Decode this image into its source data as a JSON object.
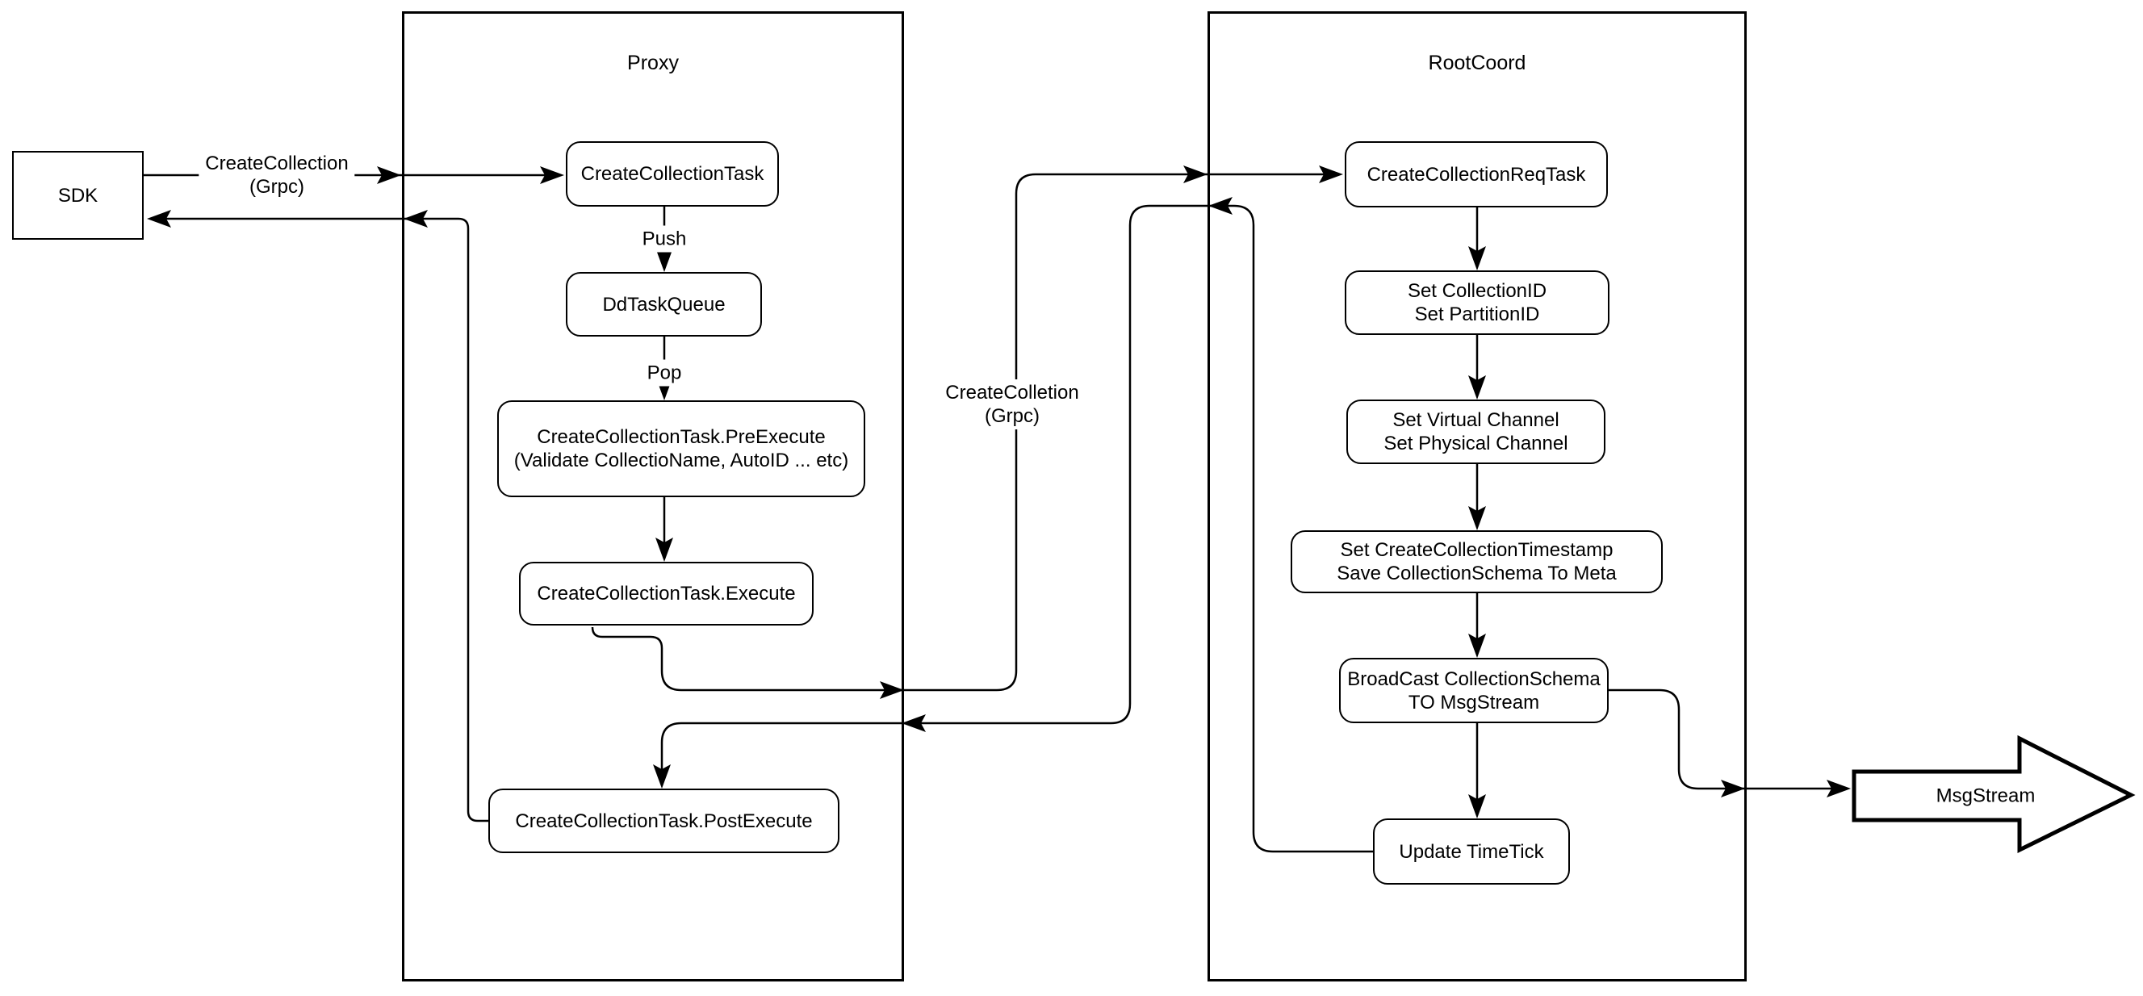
{
  "diagram": {
    "colors": {
      "stroke": "#000000",
      "background": "#ffffff"
    },
    "containers": {
      "proxy": {
        "title": "Proxy"
      },
      "rootcoord": {
        "title": "RootCoord"
      }
    },
    "nodes": {
      "sdk": {
        "label": "SDK"
      },
      "create_collection_task": {
        "label": "CreateCollectionTask"
      },
      "dd_task_queue": {
        "label": "DdTaskQueue"
      },
      "pre_execute": {
        "line1": "CreateCollectionTask.PreExecute",
        "line2": "(Validate CollectioName, AutoID ... etc)"
      },
      "execute": {
        "label": "CreateCollectionTask.Execute"
      },
      "post_execute": {
        "label": "CreateCollectionTask.PostExecute"
      },
      "create_collection_req_task": {
        "label": "CreateCollectionReqTask"
      },
      "set_ids": {
        "line1": "Set CollectionID",
        "line2": "Set PartitionID"
      },
      "set_channels": {
        "line1": "Set Virtual Channel",
        "line2": "Set Physical Channel"
      },
      "set_timestamp": {
        "line1": "Set CreateCollectionTimestamp",
        "line2": "Save CollectionSchema To Meta"
      },
      "broadcast": {
        "line1": "BroadCast CollectionSchema",
        "line2": "TO MsgStream"
      },
      "update_timetick": {
        "label": "Update TimeTick"
      },
      "msgstream": {
        "label": "MsgStream"
      }
    },
    "edge_labels": {
      "sdk_grpc": {
        "line1": "CreateCollection",
        "line2": "(Grpc)"
      },
      "proxy_to_root_grpc": {
        "line1": "CreateColletion",
        "line2": "(Grpc)"
      },
      "push": "Push",
      "pop": "Pop"
    }
  }
}
